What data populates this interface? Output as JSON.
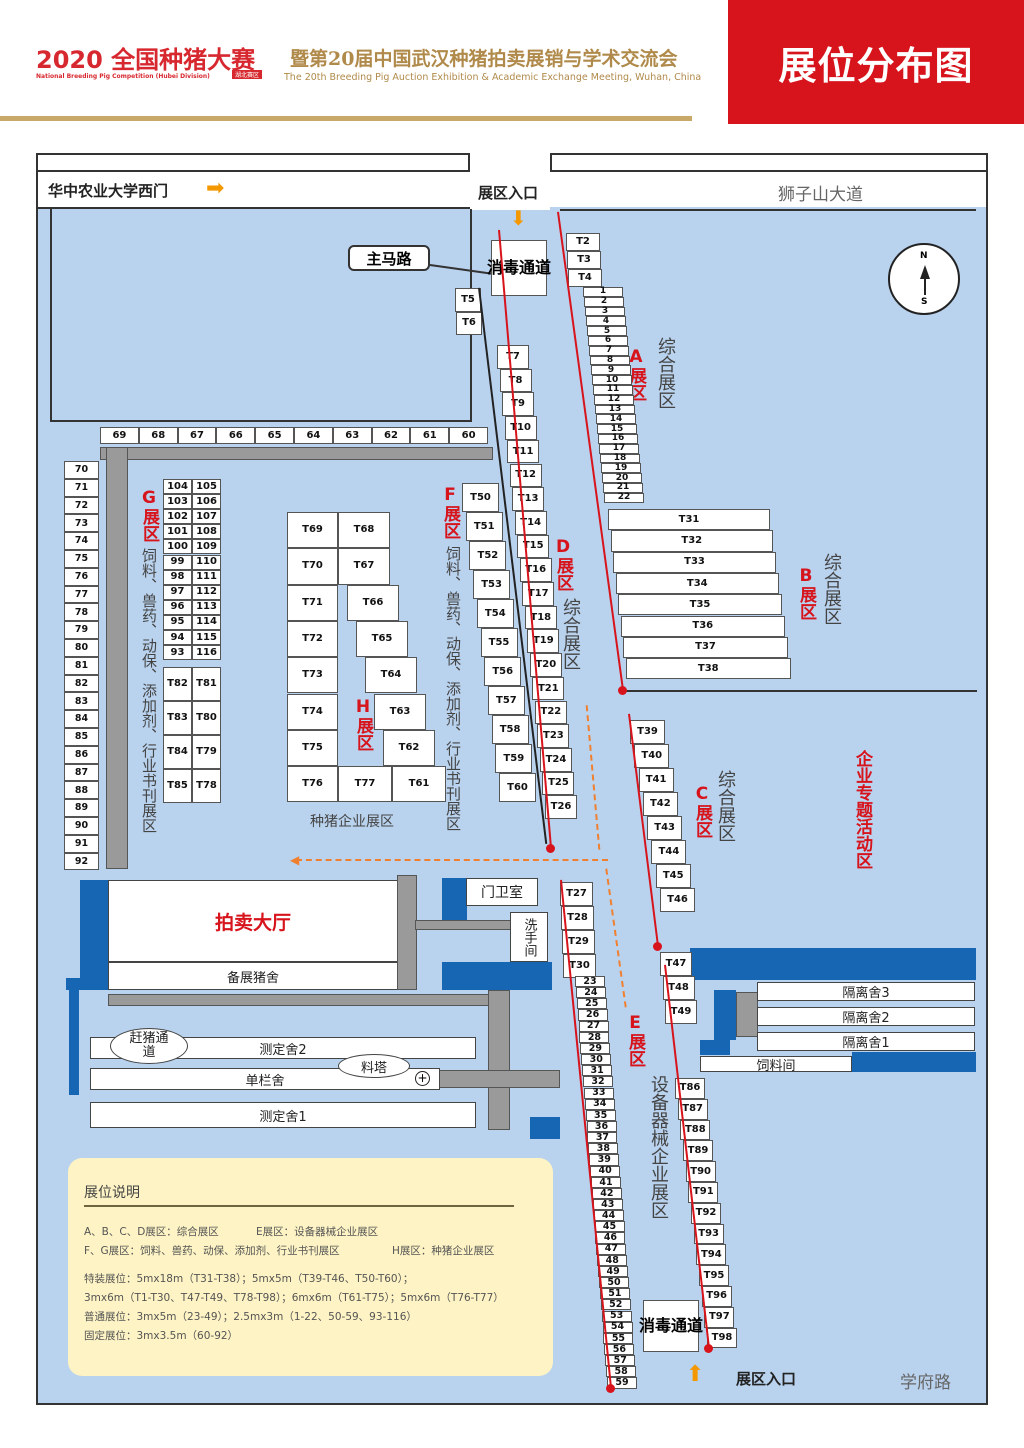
{
  "header": {
    "logo_text": "2020 全国种猪大赛",
    "logo_en": "National Breeding Pig Competition (Hubei Division)",
    "logo_badge": "湖北赛区",
    "subtitle": "暨第20届中国武汉种猪拍卖展销与学术交流会",
    "subtitle_en": "The 20th Breeding Pig Auction Exhibition & Academic Exchange Meeting, Wuhan, China",
    "page_title": "展位分布图"
  },
  "map": {
    "west_gate": "华中农业大学西门",
    "entrance_top": "展区入口",
    "entrance_bottom": "展区入口",
    "road_shizishan": "狮子山大道",
    "road_xuefu": "学府路",
    "main_road": "主马路",
    "disinfect_top": "消毒通道",
    "disinfect_bottom": "消毒通道",
    "compass_n": "N",
    "compass_s": "S",
    "zones": {
      "A": "A展区",
      "A_desc": "综合展区",
      "B": "B展区",
      "B_desc": "综合展区",
      "C": "C展区",
      "C_desc": "综合展区",
      "D": "D展区",
      "D_desc": "综合展区",
      "E": "E展区",
      "E_desc": "设备器械企业展区",
      "F": "F展区",
      "F_desc": "饲料、兽药、动保、添加剂、行业书刊展区",
      "G": "G展区",
      "G_desc": "饲料、兽药、动保、添加剂、行业书刊展区",
      "H": "H展区",
      "H_desc": "种猪企业展区",
      "enterprise": "企业专题活动区"
    },
    "buildings": {
      "auction_hall": "拍卖大厅",
      "standby_pens": "备展猪舍",
      "test_barn2": "测定舍2",
      "single_pens": "单栏舍",
      "test_barn1": "测定舍1",
      "drive_lane": "赶猪通道",
      "feed_tower": "料塔",
      "guard_room": "门卫室",
      "washroom": "洗手间",
      "quarantine3": "隔离舍3",
      "quarantine2": "隔离舍2",
      "quarantine1": "隔离舍1",
      "feed_room": "饲料间"
    }
  },
  "booths": {
    "t2_t4": [
      "T2",
      "T3",
      "T4"
    ],
    "n1_22": [
      "1",
      "2",
      "3",
      "4",
      "5",
      "6",
      "7",
      "8",
      "9",
      "10",
      "11",
      "12",
      "13",
      "14",
      "15",
      "16",
      "17",
      "18",
      "19",
      "20",
      "21",
      "22"
    ],
    "t5_t6": [
      "T5",
      "T6"
    ],
    "t7_t26": [
      "T7",
      "T8",
      "T9",
      "T10",
      "T11",
      "T12",
      "T13",
      "T14",
      "T15",
      "T16",
      "T17",
      "T18",
      "T19",
      "T20",
      "T21",
      "T22",
      "T23",
      "T24",
      "T25",
      "T26"
    ],
    "n69_60": [
      "69",
      "68",
      "67",
      "66",
      "65",
      "64",
      "63",
      "62",
      "61",
      "60"
    ],
    "n70_92": [
      "70",
      "71",
      "72",
      "73",
      "74",
      "75",
      "76",
      "77",
      "78",
      "79",
      "80",
      "81",
      "82",
      "83",
      "84",
      "85",
      "86",
      "87",
      "88",
      "89",
      "90",
      "91",
      "92"
    ],
    "g_pairs": [
      [
        "104",
        "105"
      ],
      [
        "103",
        "106"
      ],
      [
        "102",
        "107"
      ],
      [
        "101",
        "108"
      ],
      [
        "100",
        "109"
      ],
      [
        "99",
        "110"
      ],
      [
        "98",
        "111"
      ],
      [
        "97",
        "112"
      ],
      [
        "96",
        "113"
      ],
      [
        "95",
        "114"
      ],
      [
        "94",
        "115"
      ],
      [
        "93",
        "116"
      ]
    ],
    "g_t_pairs": [
      [
        "T82",
        "T81"
      ],
      [
        "T83",
        "T80"
      ],
      [
        "T84",
        "T79"
      ],
      [
        "T85",
        "T78"
      ]
    ],
    "h_left": [
      "T69",
      "T70",
      "T71",
      "T72",
      "T73",
      "T74",
      "T75",
      "T76"
    ],
    "h_right": [
      "T68",
      "T67",
      "T66",
      "T65",
      "T64",
      "T63",
      "T62"
    ],
    "h_bottom": [
      "T77",
      "T61"
    ],
    "t50_t60": [
      "T50",
      "T51",
      "T52",
      "T53",
      "T54",
      "T55",
      "T56",
      "T57",
      "T58",
      "T59",
      "T60"
    ],
    "t31_t38": [
      "T31",
      "T32",
      "T33",
      "T34",
      "T35",
      "T36",
      "T37",
      "T38"
    ],
    "t39_t46": [
      "T39",
      "T40",
      "T41",
      "T42",
      "T43",
      "T44",
      "T45",
      "T46"
    ],
    "t27_t30": [
      "T27",
      "T28",
      "T29",
      "T30"
    ],
    "n23_59": [
      "23",
      "24",
      "25",
      "26",
      "27",
      "28",
      "29",
      "30",
      "31",
      "32",
      "33",
      "34",
      "35",
      "36",
      "37",
      "38",
      "39",
      "40",
      "41",
      "42",
      "43",
      "44",
      "45",
      "46",
      "47",
      "48",
      "49",
      "50",
      "51",
      "52",
      "53",
      "54",
      "55",
      "56",
      "57",
      "58",
      "59"
    ],
    "t47_t49": [
      "T47",
      "T48",
      "T49"
    ],
    "t86_t98": [
      "T86",
      "T87",
      "T88",
      "T89",
      "T90",
      "T91",
      "T92",
      "T93",
      "T94",
      "T95",
      "T96",
      "T97",
      "T98"
    ]
  },
  "legend": {
    "title": "展位说明",
    "line1a": "A、B、C、D展区：综合展区",
    "line1b": "E展区：设备器械企业展区",
    "line2a": "F、G展区：饲料、兽药、动保、添加剂、行业书刊展区",
    "line2b": "H展区：种猪企业展区",
    "line3": "特装展位：5mx18m（T31-T38）；5mx5m（T39-T46、T50-T60）；",
    "line4": "3mx6m（T1-T30、T47-T49、T78-T98）；6mx6m（T61-T75）；5mx6m（T76-T77）",
    "line5": "普通展位：3mx5m（23-49）；2.5mx3m（1-22、50-59、93-116）",
    "line6": "固定展位：3mx3.5m（60-92）"
  },
  "colors": {
    "red": "#d7141c",
    "gold": "#b08a4a",
    "map_bg": "#b9d2ee",
    "blue": "#1766b3",
    "legend_bg": "#fdf3c4",
    "arrow": "#f39800"
  }
}
